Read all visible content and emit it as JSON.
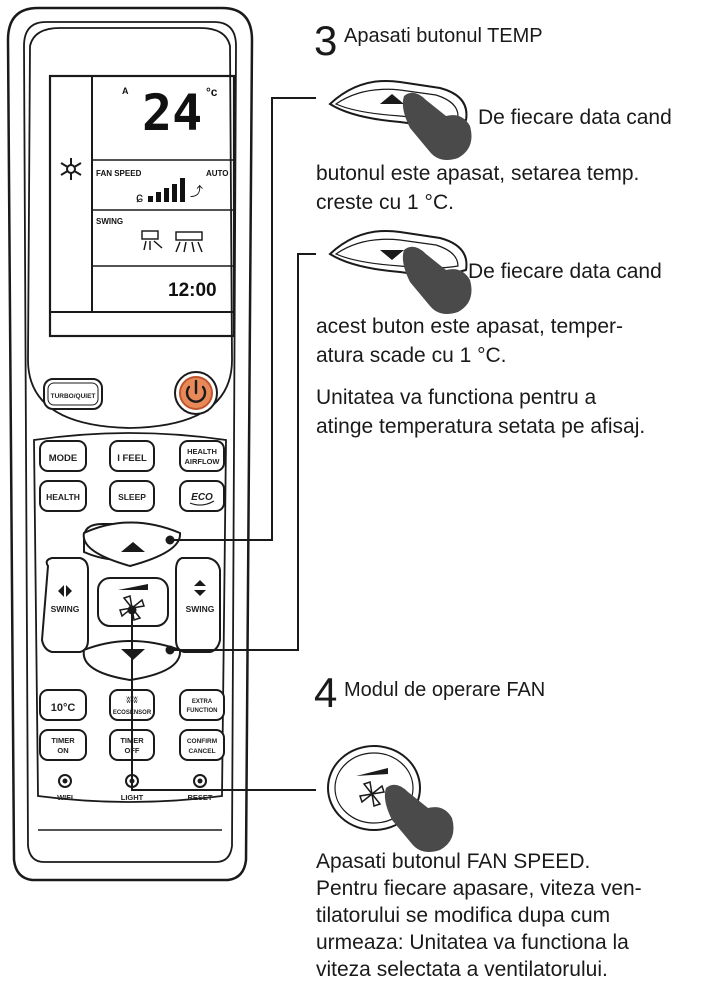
{
  "lcd": {
    "temp_marker": "A",
    "temperature": "24",
    "unit": "°c",
    "fan_speed_label": "FAN SPEED",
    "auto_label": "AUTO",
    "swing_label": "SWING",
    "clock": "12:00"
  },
  "remote_buttons": {
    "turbo_quiet": "TURBO/QUIET",
    "mode": "MODE",
    "i_feel": "I FEEL",
    "health_airflow_1": "HEALTH",
    "health_airflow_2": "AIRFLOW",
    "health": "HEALTH",
    "sleep": "SLEEP",
    "eco": "ECO",
    "swing_left": "SWING",
    "swing_right": "SWING",
    "ten_c": "10°C",
    "ecosensor": "ECOSENSOR",
    "extra_function_1": "EXTRA",
    "extra_function_2": "FUNCTION",
    "timer_on_1": "TIMER",
    "timer_on_2": "ON",
    "timer_off_1": "TIMER",
    "timer_off_2": "OFF",
    "confirm_cancel_1": "CONFIRM",
    "confirm_cancel_2": "CANCEL",
    "wifi": "WIFI",
    "light": "LIGHT",
    "reset": "RESET"
  },
  "step3": {
    "number": "3",
    "title": "Apasati butonul TEMP",
    "up_caption": "De fiecare data cand",
    "up_line1": "butonul este apasat, setarea temp.",
    "up_line2": "creste cu 1 °C.",
    "down_caption": "De fiecare data cand",
    "down_line1": "acest buton este apasat, temper-",
    "down_line2": "atura scade cu 1 °C.",
    "note_line1": "Unitatea va functiona pentru a",
    "note_line2": "atinge temperatura setata pe afisaj."
  },
  "step4": {
    "number": "4",
    "title": "Modul de operare FAN",
    "line1": "Apasati butonul FAN SPEED.",
    "line2": "Pentru fiecare apasare, viteza ven-",
    "line3": "tilatorului se modifica dupa cum",
    "line4": "urmeaza: Unitatea va functiona la",
    "line5": "viteza selectata a ventilatorului."
  },
  "colors": {
    "line": "#1a1a1a",
    "power_button": "#e8895a",
    "power_ring": "#c0542a",
    "hand": "#4a4a4a"
  }
}
